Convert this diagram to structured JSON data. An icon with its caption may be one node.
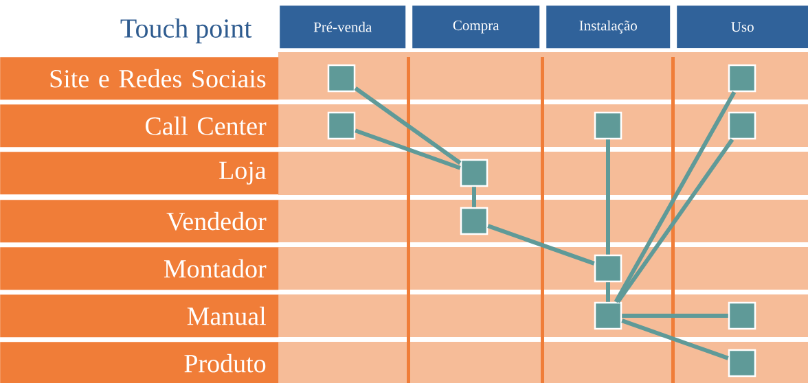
{
  "diagram": {
    "title": "Touch point",
    "nodes": [
      {
        "text": [
          "Pré-venda"
        ]
      },
      {
        "text": [
          "Compra"
        ]
      },
      {
        "text": [
          "Instalação"
        ]
      },
      {
        "text": [
          "Uso"
        ]
      },
      {
        "text": [
          "Site e Redes Sociais"
        ]
      },
      {
        "text": [
          "Call Center"
        ]
      },
      {
        "text": [
          "Loja"
        ]
      },
      {
        "text": [
          "Vendedor"
        ]
      },
      {
        "text": [
          "Montador"
        ]
      },
      {
        "text": [
          "Manual"
        ]
      },
      {
        "text": [
          "Produto"
        ]
      },
      {
        "text": [],
        "shape": "box"
      },
      {
        "text": [],
        "shape": "box"
      },
      {
        "text": [],
        "shape": "box"
      },
      {
        "text": [],
        "shape": "box"
      },
      {
        "text": [],
        "shape": "box"
      },
      {
        "text": [],
        "shape": "box"
      },
      {
        "text": [],
        "shape": "box"
      },
      {
        "text": [],
        "shape": "box"
      },
      {
        "text": [],
        "shape": "box"
      },
      {
        "text": [],
        "shape": "box"
      },
      {
        "text": [],
        "shape": "box"
      }
    ],
    "edges": [
      {
        "from": 11,
        "to": 14,
        "arrow": "none"
      },
      {
        "from": 12,
        "to": 14,
        "arrow": "none"
      },
      {
        "from": 14,
        "to": 15,
        "arrow": "none"
      },
      {
        "from": 15,
        "to": 17,
        "arrow": "none"
      },
      {
        "from": 16,
        "to": 17,
        "arrow": "none"
      },
      {
        "from": 17,
        "to": 18,
        "arrow": "none"
      },
      {
        "from": 18,
        "to": 19,
        "arrow": "none"
      },
      {
        "from": 18,
        "to": 20,
        "arrow": "none"
      },
      {
        "from": 18,
        "to": 13,
        "arrow": "none"
      },
      {
        "from": 18,
        "to": 21,
        "arrow": "none"
      }
    ]
  }
}
